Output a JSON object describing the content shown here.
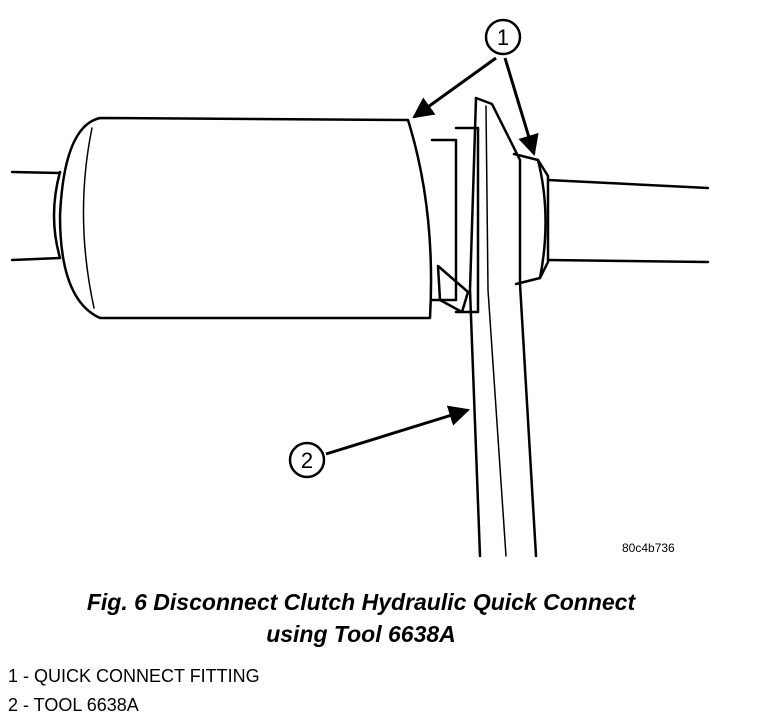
{
  "figure": {
    "callouts": [
      {
        "number": "1"
      },
      {
        "number": "2"
      }
    ],
    "image_code": "80c4b736",
    "caption_line1": "Fig. 6 Disconnect Clutch Hydraulic Quick Connect",
    "caption_line2": "using Tool 6638A",
    "legend": [
      {
        "text": "1 - QUICK CONNECT FITTING"
      },
      {
        "text": "2 - TOOL 6638A"
      }
    ]
  }
}
